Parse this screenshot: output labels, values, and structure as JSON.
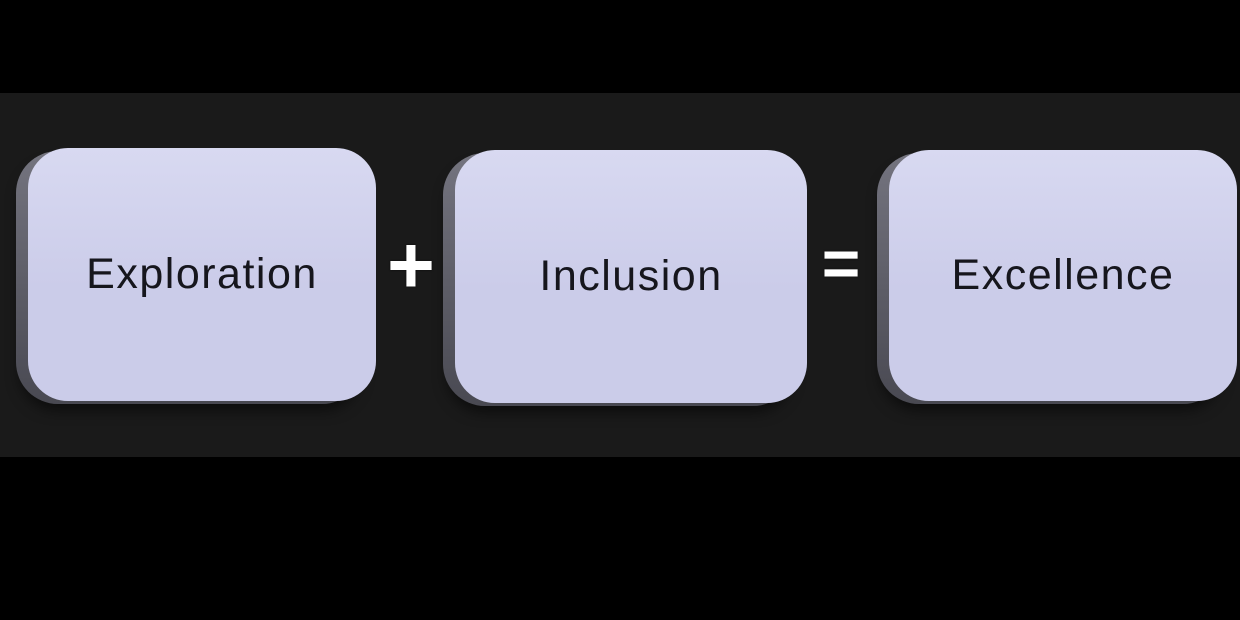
{
  "equation": {
    "terms": [
      {
        "label": "Exploration"
      },
      {
        "label": "Inclusion"
      },
      {
        "label": "Excellence"
      }
    ],
    "plus_operator": "+",
    "equals_operator": "="
  },
  "colors": {
    "background": "#000000",
    "band": "#1a1a1a",
    "box_face": "#cbcce9",
    "box_face_light": "#d8d9f1",
    "box_side": "#74747f",
    "box_side_dark": "#494952",
    "box_text": "#16161d",
    "operator": "#ffffff"
  }
}
